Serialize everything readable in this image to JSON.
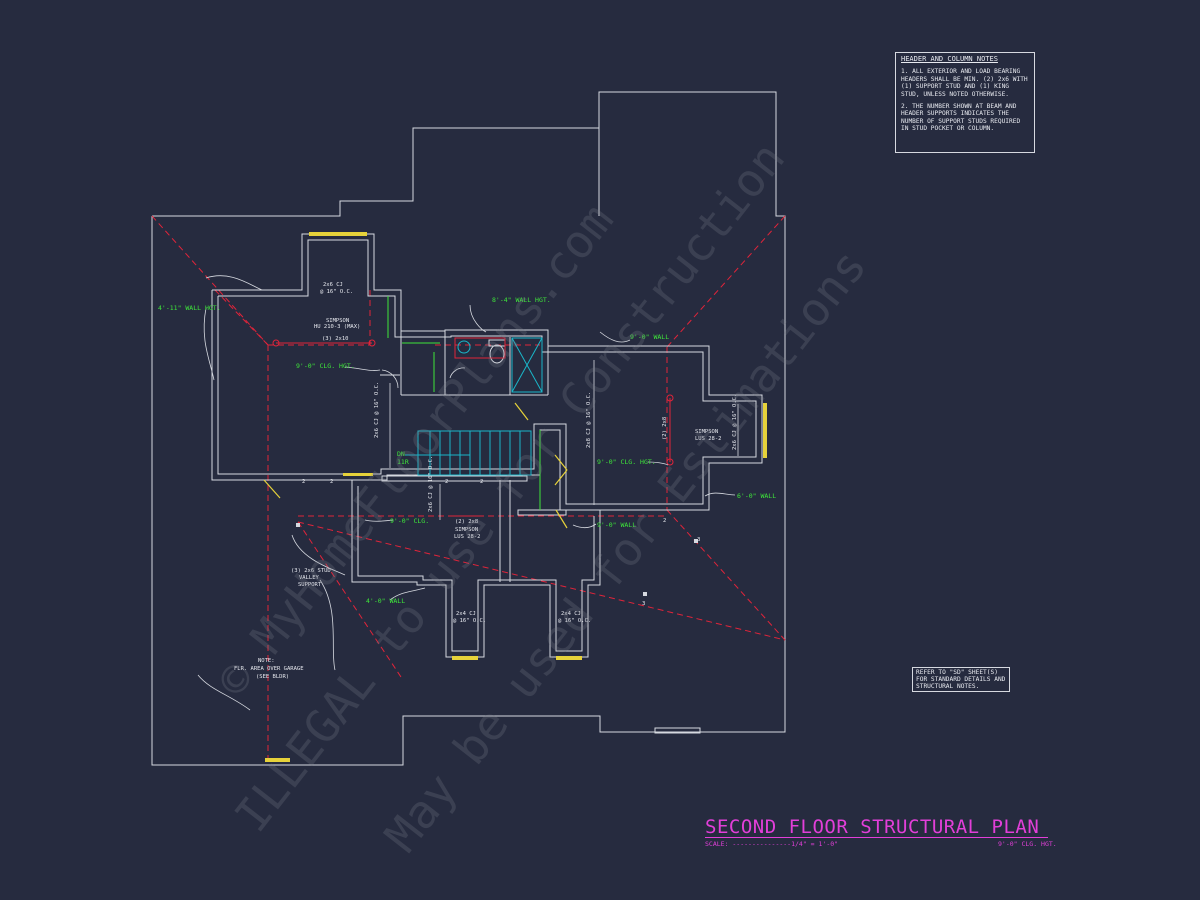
{
  "plan": {
    "title": "SECOND FLOOR STRUCTURAL PLAN",
    "scale": "SCALE: ---------------1/4\" = 1'-0\"",
    "ceiling_height": "9'-0\" CLG. HGT."
  },
  "header_notes": {
    "heading": "HEADER AND COLUMN NOTES",
    "note1": "1. ALL EXTERIOR AND LOAD BEARING HEADERS SHALL BE MIN. (2) 2x6 WITH (1) SUPPORT STUD AND (1) KING STUD, UNLESS NOTED OTHERWISE.",
    "note2": "2. THE NUMBER SHOWN AT BEAM AND HEADER SUPPORTS INDICATES THE NUMBER OF SUPPORT STUDS REQUIRED IN STUD POCKET OR COLUMN."
  },
  "refer_note": "REFER TO \"SD\" SHEET(S) FOR STANDARD DETAILS AND STRUCTURAL NOTES.",
  "labels": {
    "wall_4_11": "4'-11\" WALL HGT.",
    "wall_8_4": "8'-4\" WALL HGT.",
    "wall_9_0_top": "9'-0\" WALL",
    "wall_6_0": "6'-0\" WALL",
    "wall_9_0_right": "9'-0\" WALL",
    "wall_4_0": "4'-0\" WALL",
    "clg_9_0_left": "9'-0\" CLG. HGT.",
    "clg_9_0_right": "9'-0\" CLG. HGT.",
    "clg_9_0_mid": "9'-0\" CLG.",
    "cj_2x6_top": "2x6 CJ",
    "cj_2x6_top_oc": "@ 16\" O.C.",
    "simpson_hu": "SIMPSON",
    "simpson_hu2": "HU 210-3 (MAX)",
    "beam_3_2x10": "(3) 2x10",
    "cj_left_v": "2x6 CJ @ 16\" O.C.",
    "cj_mid_v": "2x8 CJ @ 16\" O.C.",
    "cj_stair_v": "2x6 CJ @ 16\" O.C.",
    "cj_right_v": "2x6 CJ @ 16\" O.C.",
    "beam_2_2x8_v": "(2) 2x8",
    "simpson_right": "SIMPSON",
    "simpson_right2": "LUS 28-2",
    "beam_2_2x8": "(2) 2x8",
    "simpson_mid": "SIMPSON",
    "simpson_mid2": "LUS 28-2",
    "stud_valley": "(3) 2x6 STUD",
    "stud_valley2": "VALLEY",
    "stud_valley3": "SUPPORT",
    "note_garage": "NOTE:",
    "note_garage2": "FLR. AREA OVER GARAGE",
    "note_garage3": "(SEE BLDR)",
    "cj_2x4_a": "2x4 CJ",
    "cj_2x4_a_oc": "@ 16\" O.C.",
    "cj_2x4_b": "2x4 CJ",
    "cj_2x4_b_oc": "@ 16\" O.C.",
    "dn": "DN",
    "risers": "11R",
    "stud_count_2": "2",
    "stud_count_3": "3"
  },
  "watermark": {
    "line1": "© MyHomeFloorPlans.com",
    "line2": "ILLEGAL to use for Construction",
    "line3": "May be used for Estimations"
  },
  "colors": {
    "background": "#262b3f",
    "wall": "#d6d9e0",
    "annotation_green": "#3ee63a",
    "hip_red": "#e0243a",
    "title_magenta": "#e23fd9",
    "header_yellow": "#e6d23a",
    "stair_cyan": "#1ab6c9"
  }
}
